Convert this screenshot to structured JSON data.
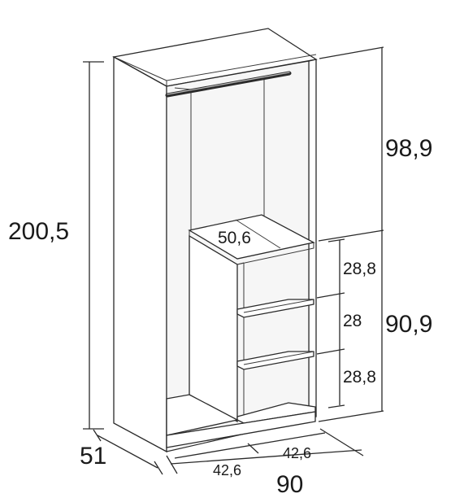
{
  "dimensions": {
    "total_height": "200,5",
    "depth": "51",
    "width": "90",
    "upper_height": "98,9",
    "lower_height": "90,9",
    "compartment_width_left": "42,6",
    "compartment_width_right": "42,6",
    "shelf_depth": "50,6",
    "shelf_gap_top": "28,8",
    "shelf_gap_middle": "28",
    "shelf_gap_bottom": "28,8"
  }
}
